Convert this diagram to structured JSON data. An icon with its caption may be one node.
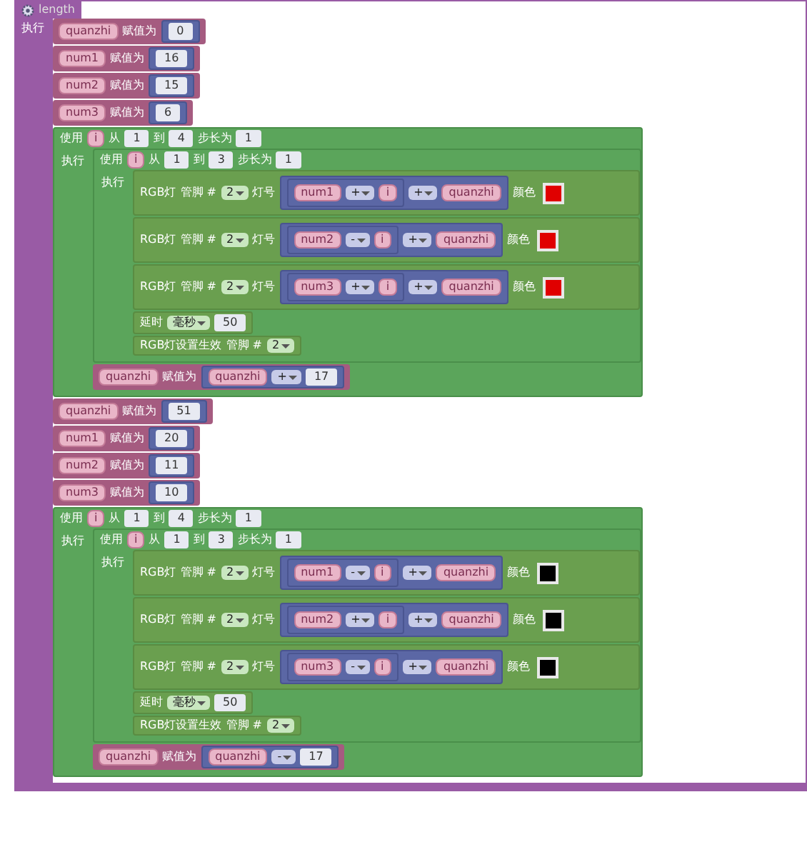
{
  "diagram": {
    "nodes": [
      {
        "text": [
          "length",
          "执行"
        ]
      },
      {
        "text": [
          "quanzhi",
          "赋值为",
          "0"
        ],
        "in": 0
      },
      {
        "text": [
          "num1",
          "赋值为",
          "16"
        ],
        "in": 0
      },
      {
        "text": [
          "num2",
          "赋值为",
          "15"
        ],
        "in": 0
      },
      {
        "text": [
          "num3",
          "赋值为",
          "6"
        ],
        "in": 0
      },
      {
        "text": [
          "使用",
          "i",
          "从",
          "1",
          "到",
          "4",
          "步长为",
          "1",
          "执行"
        ],
        "in": 0
      },
      {
        "text": [
          "使用",
          "i",
          "从",
          "1",
          "到",
          "3",
          "步长为",
          "1",
          "执行"
        ],
        "in": 5
      },
      {
        "text": [
          "RGB灯",
          "管脚 #",
          "2",
          "灯号",
          "num1",
          "+",
          "i",
          "+",
          "quanzhi",
          "颜色"
        ],
        "in": 6
      },
      {
        "text": [],
        "shape": "box",
        "in": 7
      },
      {
        "text": [
          "RGB灯",
          "管脚 #",
          "2",
          "灯号",
          "num2",
          "-",
          "i",
          "+",
          "quanzhi",
          "颜色"
        ],
        "in": 6
      },
      {
        "text": [],
        "shape": "box",
        "in": 9
      },
      {
        "text": [
          "RGB灯",
          "管脚 #",
          "2",
          "灯号",
          "num3",
          "+",
          "i",
          "+",
          "quanzhi",
          "颜色"
        ],
        "in": 6
      },
      {
        "text": [],
        "shape": "box",
        "in": 11
      },
      {
        "text": [
          "延时",
          "毫秒",
          "50"
        ],
        "in": 6
      },
      {
        "text": [
          "RGB灯设置生效",
          "管脚 #",
          "2"
        ],
        "in": 6
      },
      {
        "text": [
          "quanzhi",
          "赋值为",
          "quanzhi",
          "+",
          "17"
        ],
        "in": 5
      },
      {
        "text": [
          "quanzhi",
          "赋值为",
          "51"
        ],
        "in": 0
      },
      {
        "text": [
          "num1",
          "赋值为",
          "20"
        ],
        "in": 0
      },
      {
        "text": [
          "num2",
          "赋值为",
          "11"
        ],
        "in": 0
      },
      {
        "text": [
          "num3",
          "赋值为",
          "10"
        ],
        "in": 0
      },
      {
        "text": [
          "使用",
          "i",
          "从",
          "1",
          "到",
          "4",
          "步长为",
          "1",
          "执行"
        ],
        "in": 0
      },
      {
        "text": [
          "使用",
          "i",
          "从",
          "1",
          "到",
          "3",
          "步长为",
          "1",
          "执行"
        ],
        "in": 20
      },
      {
        "text": [
          "RGB灯",
          "管脚 #",
          "2",
          "灯号",
          "num1",
          "-",
          "i",
          "+",
          "quanzhi",
          "颜色"
        ],
        "in": 21
      },
      {
        "text": [],
        "shape": "box",
        "in": 22
      },
      {
        "text": [
          "RGB灯",
          "管脚 #",
          "2",
          "灯号",
          "num2",
          "+",
          "i",
          "+",
          "quanzhi",
          "颜色"
        ],
        "in": 21
      },
      {
        "text": [],
        "shape": "box",
        "in": 24
      },
      {
        "text": [
          "RGB灯",
          "管脚 #",
          "2",
          "灯号",
          "num3",
          "-",
          "i",
          "+",
          "quanzhi",
          "颜色"
        ],
        "in": 21
      },
      {
        "text": [],
        "shape": "box",
        "in": 26
      },
      {
        "text": [
          "延时",
          "毫秒",
          "50"
        ],
        "in": 21
      },
      {
        "text": [
          "RGB灯设置生效",
          "管脚 #",
          "2"
        ],
        "in": 21
      },
      {
        "text": [
          "quanzhi",
          "赋值为",
          "quanzhi",
          "-",
          "17"
        ],
        "in": 20
      }
    ]
  }
}
